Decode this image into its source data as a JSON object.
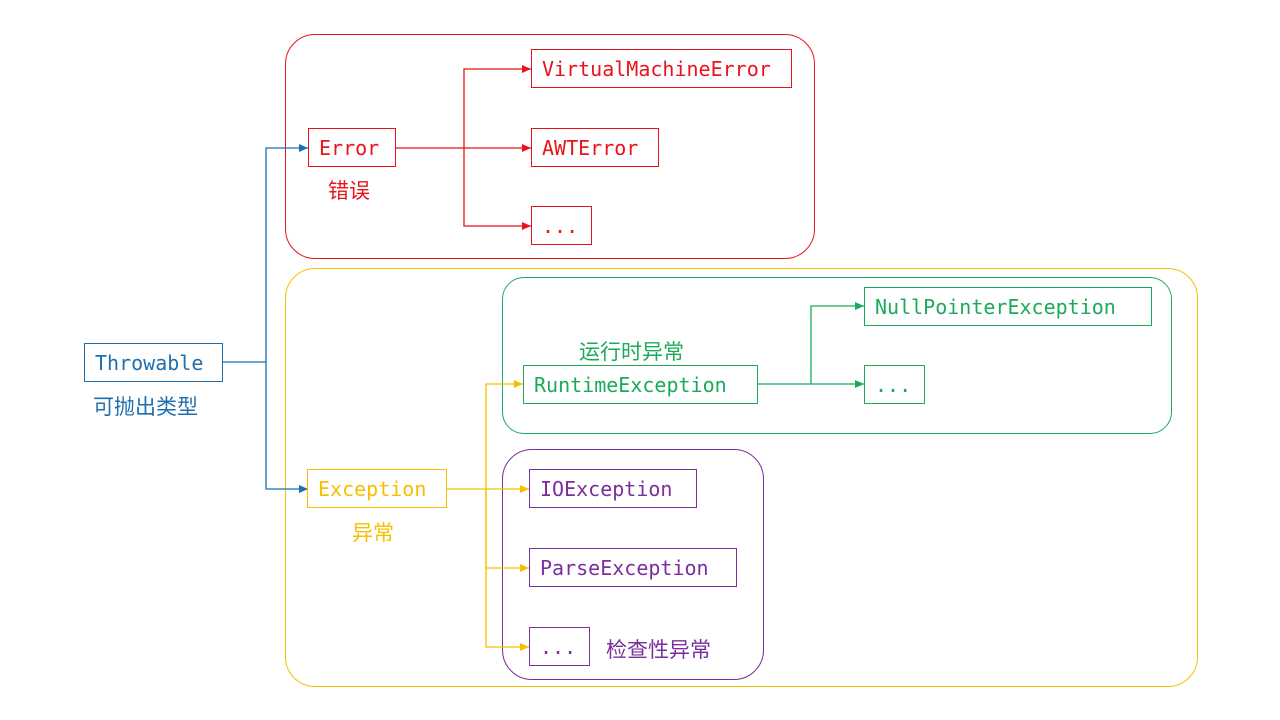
{
  "colors": {
    "throwable": "#1f6fae",
    "error": "#e8131b",
    "exception": "#f5c000",
    "runtime": "#1aab5a",
    "checked": "#7a2f9c"
  },
  "throwable": {
    "label": "Throwable",
    "caption": "可抛出类型"
  },
  "error": {
    "label": "Error",
    "caption": "错误",
    "children": [
      "VirtualMachineError",
      "AWTError",
      "..."
    ]
  },
  "exception": {
    "label": "Exception",
    "caption": "异常"
  },
  "runtime": {
    "label": "RuntimeException",
    "caption": "运行时异常",
    "children": [
      "NullPointerException",
      "..."
    ]
  },
  "checked": {
    "caption": "检查性异常",
    "children": [
      "IOException",
      "ParseException",
      "..."
    ]
  }
}
